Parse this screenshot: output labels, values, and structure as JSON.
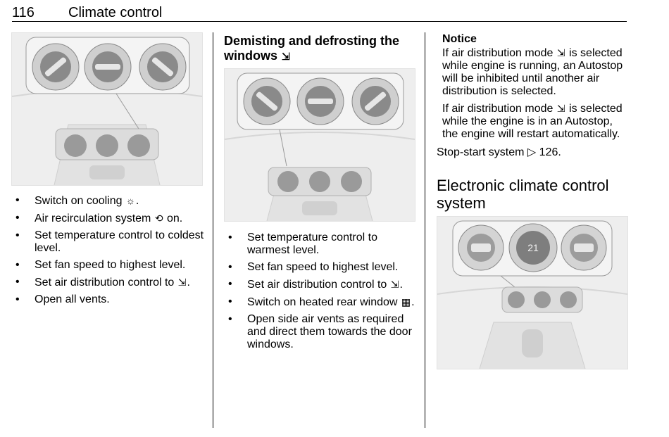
{
  "header": {
    "page_number": "116",
    "section": "Climate control"
  },
  "col1": {
    "bullets": [
      {
        "text": "Switch on cooling ",
        "symbol": "☼",
        "after": "."
      },
      {
        "text": "Air recirculation system ",
        "symbol": "⟲",
        "after": " on."
      },
      {
        "text": "Set temperature control to coldest level.",
        "symbol": "",
        "after": ""
      },
      {
        "text": "Set fan speed to highest level.",
        "symbol": "",
        "after": ""
      },
      {
        "text": "Set air distribution control to ",
        "symbol": "⇲",
        "after": "."
      },
      {
        "text": "Open all vents.",
        "symbol": "",
        "after": ""
      }
    ]
  },
  "col2": {
    "heading": "Demisting and defrosting the windows",
    "heading_symbol": "⇲",
    "bullets": [
      {
        "text": "Set temperature control to warmest level.",
        "symbol": "",
        "after": ""
      },
      {
        "text": "Set fan speed to highest level.",
        "symbol": "",
        "after": ""
      },
      {
        "text": "Set air distribution control to ",
        "symbol": "⇲",
        "after": "."
      },
      {
        "text": "Switch on heated rear window ",
        "symbol": "▦",
        "after": "."
      },
      {
        "text": "Open side air vents as required and direct them towards the door windows.",
        "symbol": "",
        "after": ""
      }
    ]
  },
  "col3": {
    "notice_title": "Notice",
    "notice_p1_a": "If air distribution mode ",
    "notice_p1_sym": "⇲",
    "notice_p1_b": " is selected while engine is running, an Autostop will be inhibited until another air distribution is selected.",
    "notice_p2_a": "If air distribution mode ",
    "notice_p2_sym": "⇲",
    "notice_p2_b": " is selected while the engine is in an Autostop, the engine will restart automatically.",
    "ref_text": "Stop-start system ",
    "ref_arrow": "▷",
    "ref_page": " 126.",
    "heading": "Electronic climate control system",
    "display_value": "21"
  }
}
